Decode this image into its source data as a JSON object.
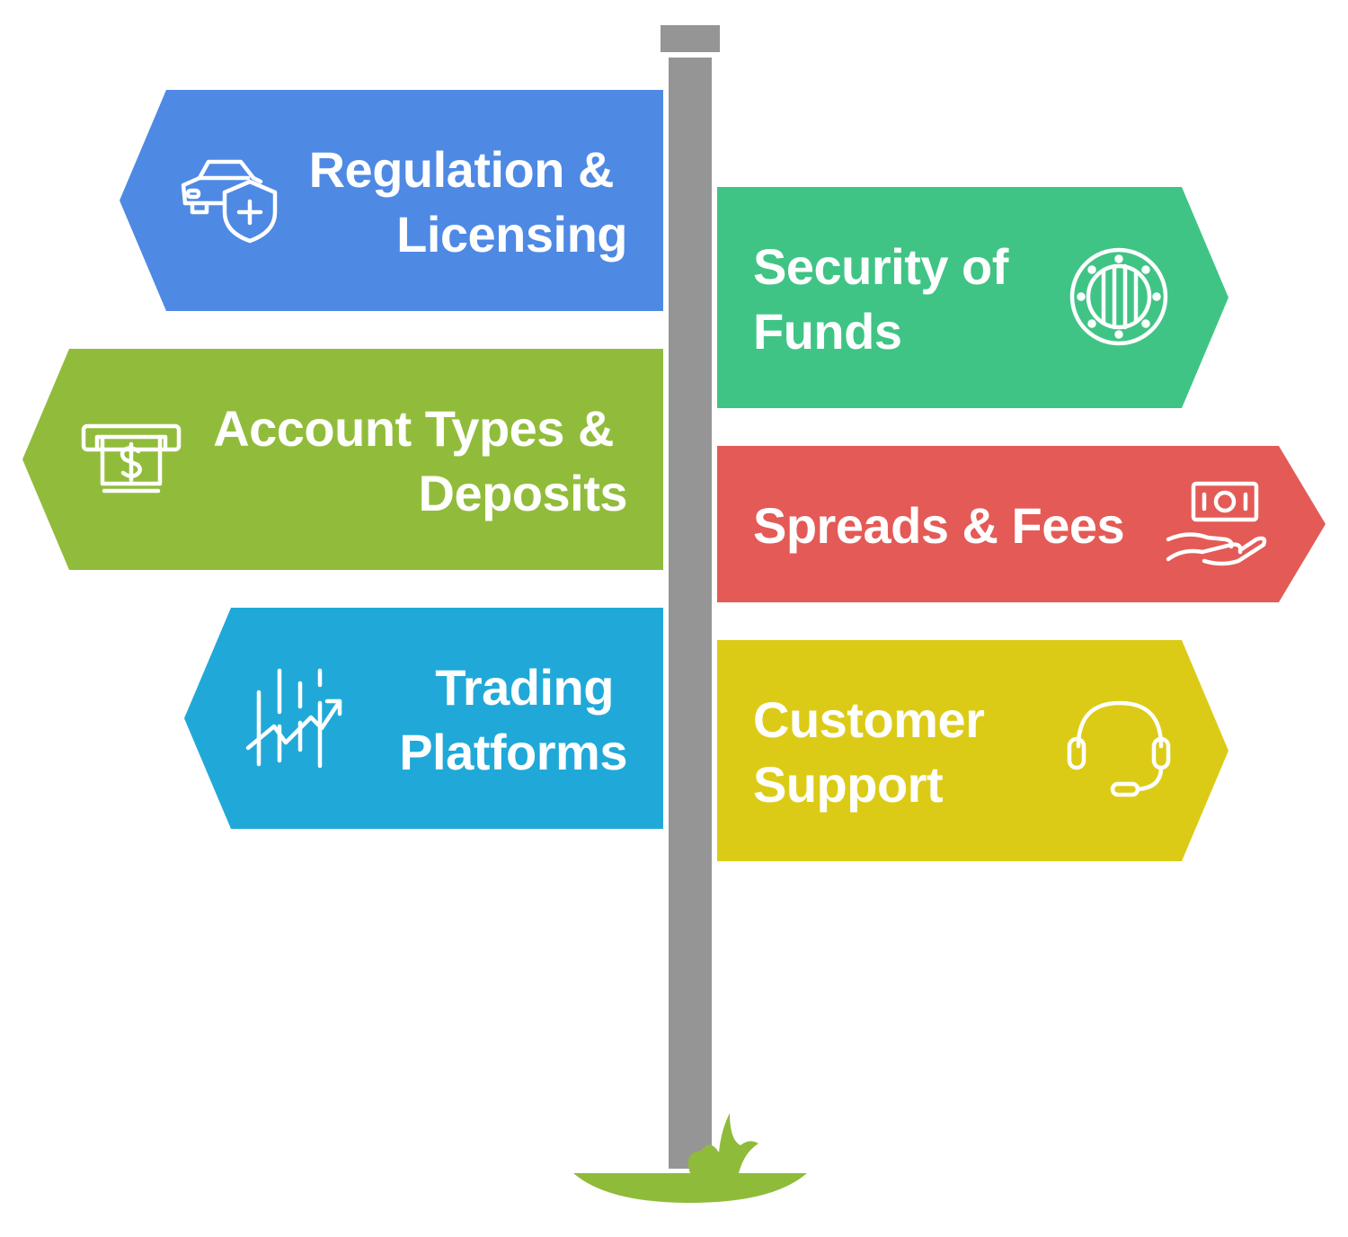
{
  "colors": {
    "pole": "#959595",
    "grass": "#8fbb3a",
    "blue": "#4e89e4",
    "green": "#40c485",
    "olive": "#91bc3b",
    "red": "#e45a56",
    "sky": "#20a9d8",
    "yellow": "#dccb16"
  },
  "signs": {
    "regulation": {
      "line1": "Regulation &",
      "line2": "Licensing",
      "icon": "car-shield-icon"
    },
    "security": {
      "line1": "Security of",
      "line2": "Funds",
      "icon": "vault-door-icon"
    },
    "account": {
      "line1": "Account Types &",
      "line2": "Deposits",
      "icon": "atm-cash-icon"
    },
    "spreads": {
      "line1": "Spreads & Fees",
      "icon": "hand-money-icon"
    },
    "trading": {
      "line1": "Trading",
      "line2": "Platforms",
      "icon": "trend-chart-icon"
    },
    "support": {
      "line1": "Customer",
      "line2": "Support",
      "icon": "headset-icon"
    }
  }
}
